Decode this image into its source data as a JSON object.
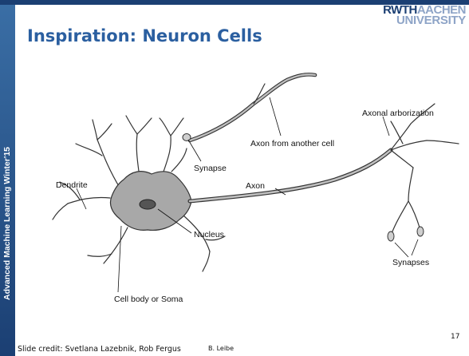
{
  "sidebar": {
    "course": "Advanced Machine Learning Winter'15"
  },
  "logo": {
    "line1_a": "RWTH",
    "line1_b": "AACHEN",
    "line2": "UNIVERSITY"
  },
  "slide": {
    "title": "Inspiration: Neuron Cells"
  },
  "diagram": {
    "labels": {
      "axonal_arborization": "Axonal arborization",
      "axon_from_another_cell": "Axon from another cell",
      "synapse": "Synapse",
      "dendrite": "Dendrite",
      "axon": "Axon",
      "nucleus": "Nucleus",
      "synapses": "Synapses",
      "cell_body": "Cell body or Soma"
    }
  },
  "footer": {
    "credit": "Slide credit: Svetlana Lazebnik, Rob Fergus",
    "author": "B. Leibe",
    "page": "17"
  }
}
